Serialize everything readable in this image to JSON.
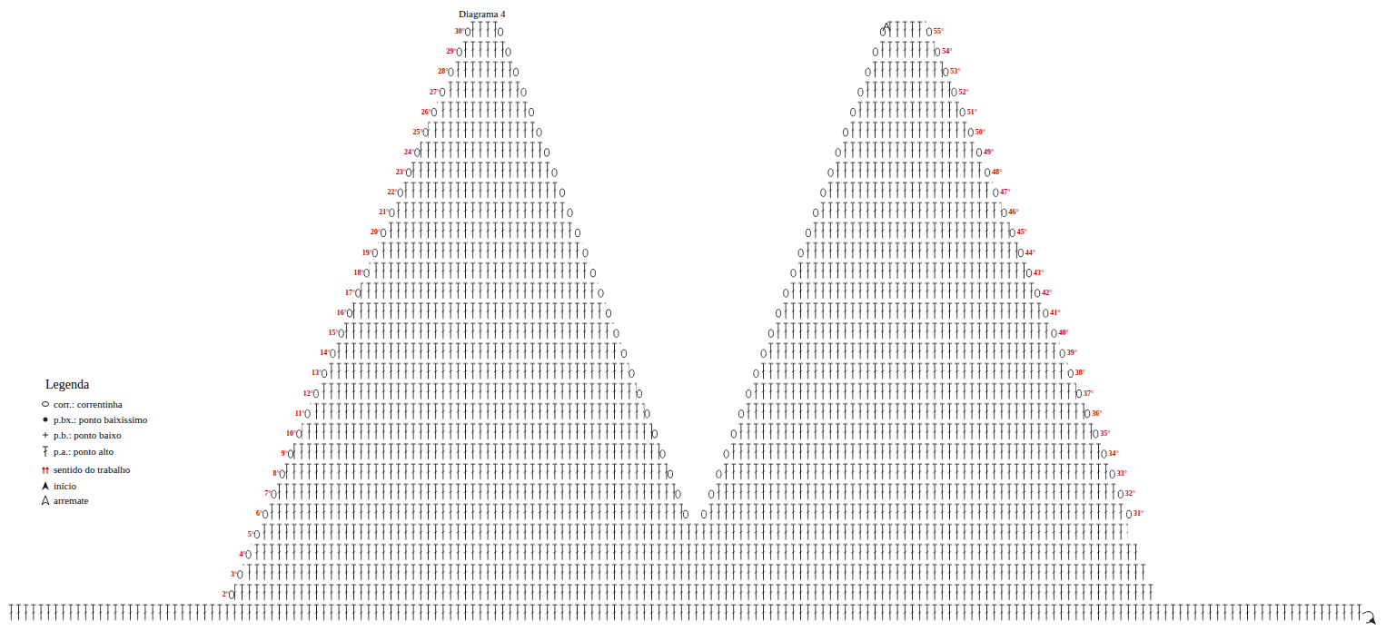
{
  "diagram": {
    "labels": [
      "Diagrama 4",
      "Legenda",
      "2°",
      "3°",
      "4°",
      "5°",
      "6°",
      "7°",
      "8°",
      "9°",
      "10°",
      "11°",
      "12°",
      "13°",
      "14°",
      "15°",
      "16°",
      "17°",
      "18°",
      "19°",
      "20°",
      "21°",
      "22°",
      "23°",
      "24°",
      "25°",
      "26°",
      "27°",
      "28°",
      "29°",
      "30°",
      "31°",
      "32°",
      "33°",
      "34°",
      "35°",
      "36°",
      "37°",
      "38°",
      "39°",
      "40°",
      "41°",
      "42°",
      "43°",
      "44°",
      "45°",
      "46°",
      "47°",
      "48°",
      "49°",
      "50°",
      "51°",
      "52°",
      "53°",
      "54°",
      "55°"
    ],
    "legend": [
      {
        "text": "corr.: correntinha"
      },
      {
        "text": "p.bx.: ponto baixíssimo"
      },
      {
        "text": "p.b.: ponto baixo"
      },
      {
        "text": "p.a.: ponto alto"
      },
      {
        "text": "sentido do trabalho"
      },
      {
        "text": "início"
      },
      {
        "text": "arremate"
      }
    ]
  }
}
